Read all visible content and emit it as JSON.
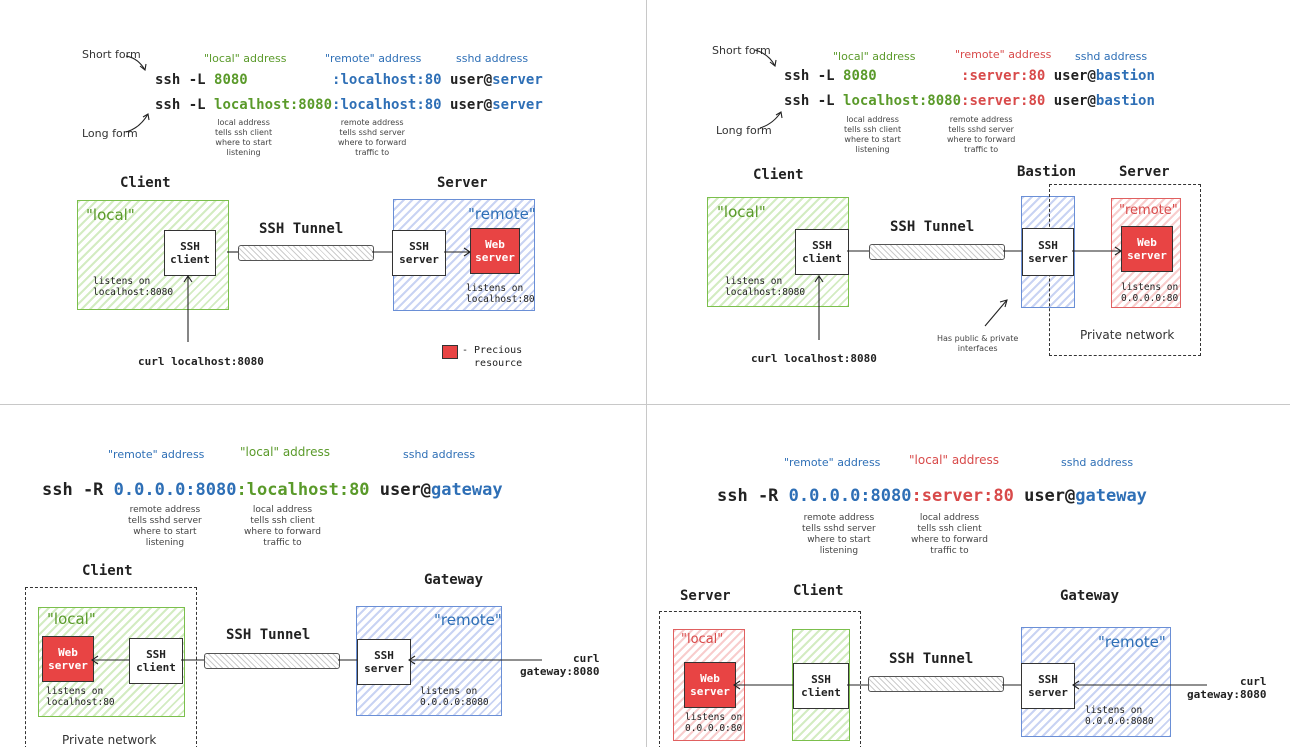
{
  "panels": [
    {
      "col_labels": {
        "short_form": "Short form",
        "long_form": "Long form",
        "local_address": "\"local\" address",
        "remote_address": "\"remote\" address",
        "sshd_address": "sshd address"
      },
      "cmd1": {
        "prefix": "ssh -L ",
        "local": "8080",
        "remote": ":localhost:80",
        "user": " user@",
        "host": "server"
      },
      "cmd2": {
        "prefix": "ssh -L ",
        "local": "localhost:8080",
        "remote": ":localhost:80",
        "user": " user@",
        "host": "server"
      },
      "note_local": "local address\ntells ssh client\nwhere to start\nlistening",
      "note_remote": "remote address\ntells sshd server\nwhere to forward\ntraffic to",
      "client_title": "Client",
      "server_title": "Server",
      "local_zone": "\"local\"",
      "remote_zone": "\"remote\"",
      "ssh_client": "SSH\nclient",
      "ssh_server": "SSH\nserver",
      "web_server": "Web\nserver",
      "tunnel": "SSH Tunnel",
      "listen_client": "listens on\nlocalhost:8080",
      "listen_server": "listens on\nlocalhost:80",
      "curl": "curl localhost:8080",
      "legend": "- Precious\n  resource"
    },
    {
      "col_labels": {
        "short_form": "Short form",
        "long_form": "Long form",
        "local_address": "\"local\" address",
        "remote_address": "\"remote\" address",
        "sshd_address": "sshd address"
      },
      "cmd1": {
        "prefix": "ssh -L ",
        "local": "8080",
        "remote": ":server:80",
        "user": " user@",
        "host": "bastion"
      },
      "cmd2": {
        "prefix": "ssh -L ",
        "local": "localhost:8080",
        "remote": ":server:80",
        "user": " user@",
        "host": "bastion"
      },
      "note_local": "local address\ntells ssh client\nwhere to start\nlistening",
      "note_remote": "remote address\ntells sshd server\nwhere to forward\ntraffic to",
      "client_title": "Client",
      "bastion_title": "Bastion",
      "server_title": "Server",
      "local_zone": "\"local\"",
      "remote_zone": "\"remote\"",
      "ssh_client": "SSH\nclient",
      "ssh_server": "SSH\nserver",
      "web_server": "Web\nserver",
      "tunnel": "SSH Tunnel",
      "listen_client": "listens on\nlocalhost:8080",
      "listen_server": "listens on\n0.0.0.0:80",
      "curl": "curl localhost:8080",
      "bastion_note": "Has public & private\ninterfaces",
      "private_network": "Private network"
    },
    {
      "col_labels": {
        "remote_address": "\"remote\" address",
        "local_address": "\"local\" address",
        "sshd_address": "sshd address"
      },
      "cmd": {
        "prefix": "ssh -R ",
        "remote": "0.0.0.0:8080",
        "local": ":localhost:80",
        "user": " user@",
        "host": "gateway"
      },
      "note_remote": "remote address\ntells sshd server\nwhere to start\nlistening",
      "note_local": "local address\ntells ssh client\nwhere to forward\ntraffic to",
      "client_title": "Client",
      "gateway_title": "Gateway",
      "local_zone": "\"local\"",
      "remote_zone": "\"remote\"",
      "web_server": "Web\nserver",
      "ssh_client": "SSH\nclient",
      "ssh_server": "SSH\nserver",
      "tunnel": "SSH Tunnel",
      "listen_local": "listens on\nlocalhost:80",
      "listen_gateway": "listens on\n0.0.0.0:8080",
      "curl": "curl\ngateway:8080",
      "private_network": "Private network"
    },
    {
      "col_labels": {
        "remote_address": "\"remote\" address",
        "local_address": "\"local\" address",
        "sshd_address": "sshd address"
      },
      "cmd": {
        "prefix": "ssh -R ",
        "remote": "0.0.0.0:8080",
        "local": ":server:80",
        "user": " user@",
        "host": "gateway"
      },
      "note_remote": "remote address\ntells sshd server\nwhere to start\nlistening",
      "note_local": "local address\ntells ssh client\nwhere to forward\ntraffic to",
      "server_title": "Server",
      "client_title": "Client",
      "gateway_title": "Gateway",
      "local_zone": "\"local\"",
      "remote_zone": "\"remote\"",
      "web_server": "Web\nserver",
      "ssh_client": "SSH\nclient",
      "ssh_server": "SSH\nserver",
      "tunnel": "SSH Tunnel",
      "listen_server": "listens on\n0.0.0.0:80",
      "listen_gateway": "listens on\n0.0.0.0:8080",
      "curl": "curl\ngateway:8080"
    }
  ],
  "colors": {
    "local": "#5a9a2a",
    "remote": "#2e6fb6",
    "precious": "#e84444",
    "remote_red": "#d84a4a"
  }
}
